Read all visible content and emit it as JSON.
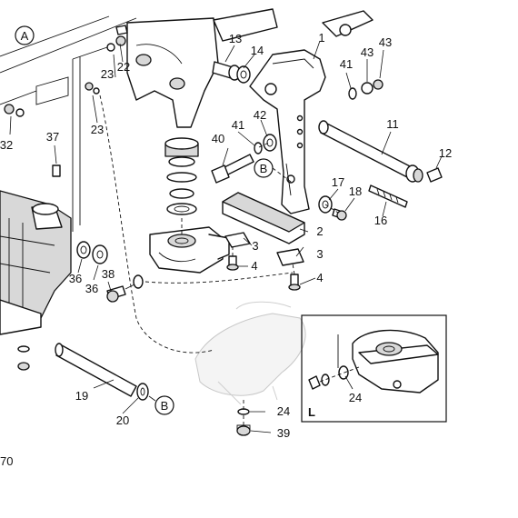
{
  "callouts": {
    "c1": "1",
    "c2": "2",
    "c3a": "3",
    "c3b": "3",
    "c4a": "4",
    "c4b": "4",
    "c11": "11",
    "c12": "12",
    "c13": "13",
    "c14": "14",
    "c16": "16",
    "c17": "17",
    "c18": "18",
    "c19": "19",
    "c20": "20",
    "c22": "22",
    "c23a": "23",
    "c23b": "23",
    "c24a": "24",
    "c24b": "24",
    "c32": "32",
    "c36a": "36",
    "c36b": "36",
    "c37": "37",
    "c38": "38",
    "c39": "39",
    "c40": "40",
    "c41a": "41",
    "c41b": "41",
    "c42": "42",
    "c43a": "43",
    "c43b": "43"
  },
  "circled_labels": {
    "a": "A",
    "b1": "B",
    "b2": "B"
  },
  "inset_label": "L",
  "corner_fragment": "70"
}
